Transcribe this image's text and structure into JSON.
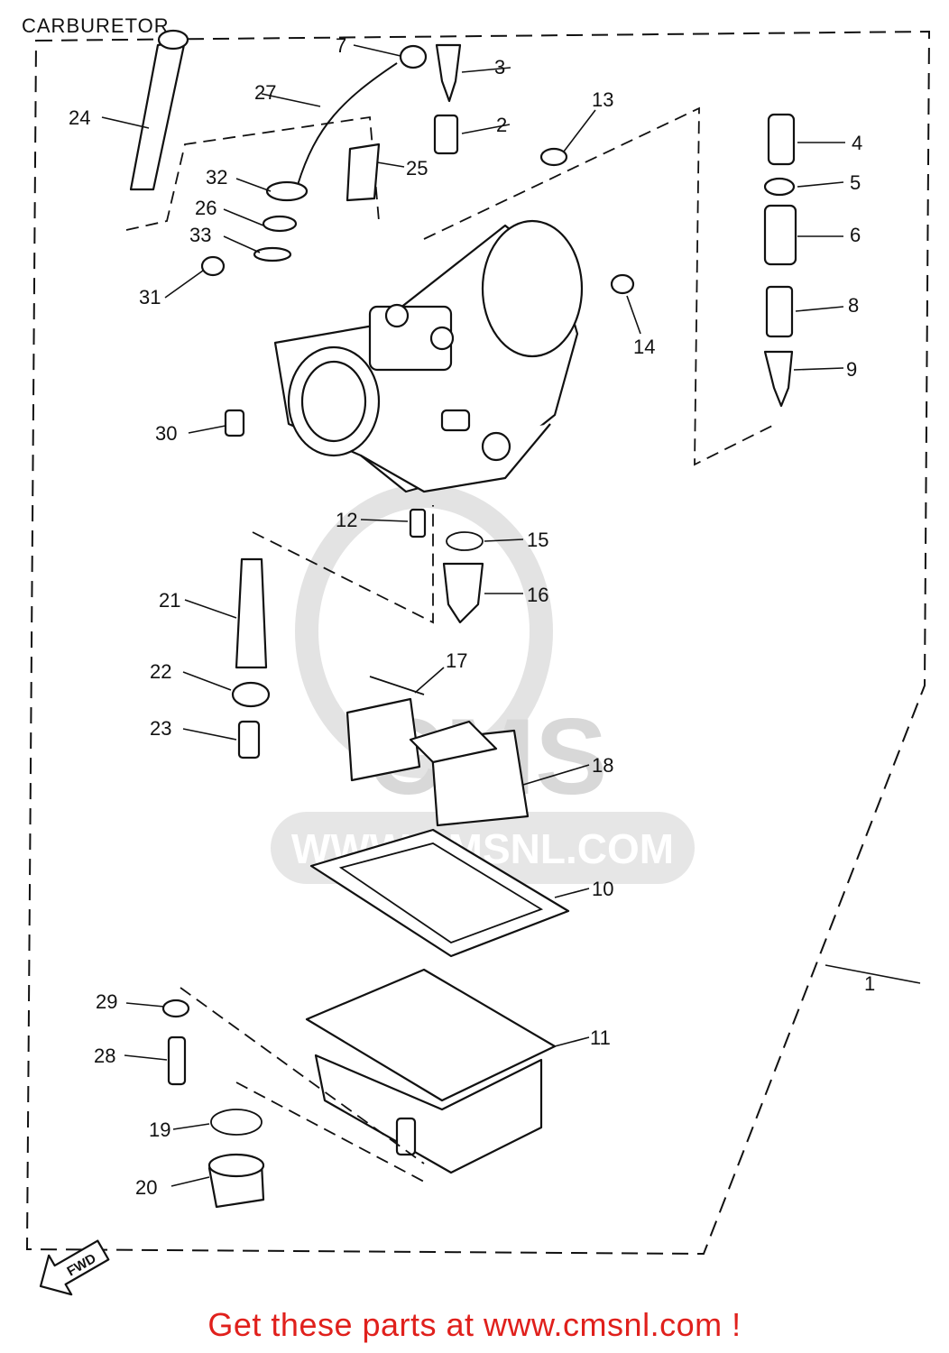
{
  "title": "CARBURETOR",
  "promo_text": "Get these parts at www.cmsnl.com !",
  "watermark": {
    "brand": "CMS",
    "url": "WWW.CMSNL.COM"
  },
  "fwd_label": "FWD",
  "callouts": {
    "c1": "1",
    "c2": "2",
    "c3": "3",
    "c4": "4",
    "c5": "5",
    "c6": "6",
    "c7": "7",
    "c8": "8",
    "c9": "9",
    "c10": "10",
    "c11": "11",
    "c12": "12",
    "c13": "13",
    "c14": "14",
    "c15": "15",
    "c16": "16",
    "c17": "17",
    "c18": "18",
    "c19": "19",
    "c20": "20",
    "c21": "21",
    "c22": "22",
    "c23": "23",
    "c24": "24",
    "c25": "25",
    "c26": "26",
    "c27": "27",
    "c28": "28",
    "c29": "29",
    "c30": "30",
    "c31": "31",
    "c32": "32",
    "c33": "33"
  },
  "colors": {
    "line": "#111111",
    "promo": "#e0201c",
    "watermark": "#d8d8d8"
  }
}
